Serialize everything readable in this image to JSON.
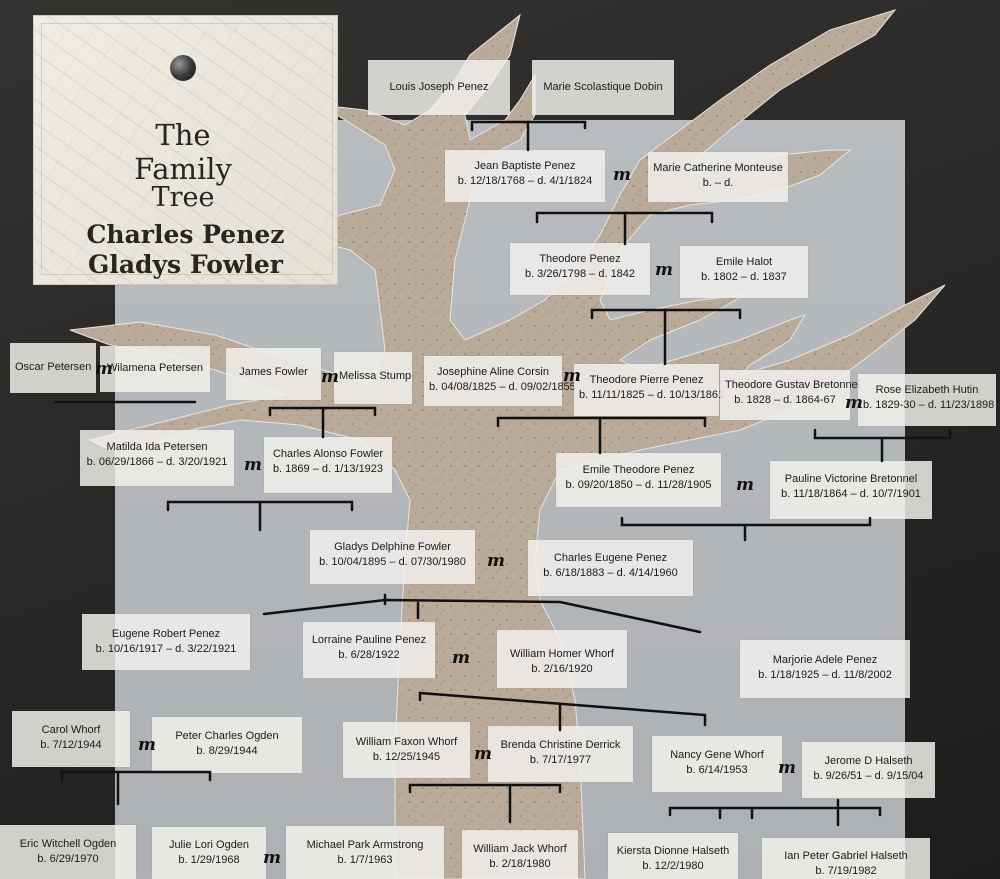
{
  "title_card": {
    "line1": "The Family",
    "line2": "Tree",
    "line3": "Charles Penez",
    "line4": "Gladys Fowler"
  },
  "marriage_symbol": "m",
  "colors": {
    "background": "#2a2928",
    "paper": "#b3b6b9",
    "tree": "#b7a898",
    "label": "#f2f1ed",
    "ink": "#111111"
  },
  "people": {
    "louis": {
      "name": "Louis Joseph Penez"
    },
    "marie_scolastique": {
      "name": "Marie Scolastique Dobin"
    },
    "jean_baptiste": {
      "name": "Jean Baptiste Penez",
      "dates": "b. 12/18/1768 – d. 4/1/1824"
    },
    "marie_catherine": {
      "name": "Marie Catherine Monteuse",
      "dates": "b. – d."
    },
    "theodore": {
      "name": "Theodore Penez",
      "dates": "b. 3/26/1798 – d. 1842"
    },
    "emile_halot": {
      "name": "Emile Halot",
      "dates": "b. 1802 – d. 1837"
    },
    "oscar": {
      "name": "Oscar Petersen"
    },
    "wilamena": {
      "name": "Wilamena Petersen"
    },
    "james": {
      "name": "James Fowler"
    },
    "melissa": {
      "name": "Melissa Stump"
    },
    "josephine": {
      "name": "Josephine Aline Corsin",
      "dates": "b. 04/08/1825 – d. 09/02/1855"
    },
    "theodore_pierre": {
      "name": "Theodore Pierre Penez",
      "dates": "b. 11/11/1825 – d. 10/13/1861"
    },
    "theodore_gustav": {
      "name": "Theodore Gustav Bretonnel",
      "dates": "b. 1828 – d. 1864-67"
    },
    "rose": {
      "name": "Rose Elizabeth Hutin",
      "dates": "b. 1829-30 – d. 11/23/1898"
    },
    "matilda": {
      "name": "Matilda Ida Petersen",
      "dates": "b. 06/29/1866 – d. 3/20/1921"
    },
    "charles_alonso": {
      "name": "Charles Alonso Fowler",
      "dates": "b. 1869 – d. 1/13/1923"
    },
    "emile_theodore": {
      "name": "Emile Theodore Penez",
      "dates": "b. 09/20/1850 – d. 11/28/1905"
    },
    "pauline": {
      "name": "Pauline Victorine Bretonnel",
      "dates": "b. 11/18/1864 – d. 10/7/1901"
    },
    "gladys": {
      "name": "Gladys Delphine Fowler",
      "dates": "b. 10/04/1895 – d. 07/30/1980"
    },
    "charles_eugene": {
      "name": "Charles Eugene Penez",
      "dates": "b. 6/18/1883 – d. 4/14/1960"
    },
    "eugene": {
      "name": "Eugene Robert Penez",
      "dates": "b. 10/16/1917 – d. 3/22/1921"
    },
    "lorraine": {
      "name": "Lorraine Pauline Penez",
      "dates": "b. 6/28/1922"
    },
    "william_homer": {
      "name": "William Homer Whorf",
      "dates": "b. 2/16/1920"
    },
    "marjorie": {
      "name": "Marjorie Adele Penez",
      "dates": "b. 1/18/1925 – d. 11/8/2002"
    },
    "carol": {
      "name": "Carol Whorf",
      "dates": "b. 7/12/1944"
    },
    "peter": {
      "name": "Peter Charles Ogden",
      "dates": "b. 8/29/1944"
    },
    "william_faxon": {
      "name": "William Faxon Whorf",
      "dates": "b. 12/25/1945"
    },
    "brenda": {
      "name": "Brenda Christine Derrick",
      "dates": "b. 7/17/1977"
    },
    "nancy": {
      "name": "Nancy Gene Whorf",
      "dates": "b. 6/14/1953"
    },
    "jerome": {
      "name": "Jerome D Halseth",
      "dates": "b. 9/26/51 – d. 9/15/04"
    },
    "eric": {
      "name": "Eric Witchell Ogden",
      "dates": "b. 6/29/1970"
    },
    "julie": {
      "name": "Julie Lori Ogden",
      "dates": "b. 1/29/1968"
    },
    "michael": {
      "name": "Michael Park Armstrong",
      "dates": "b. 1/7/1963"
    },
    "william_jack": {
      "name": "William Jack Whorf",
      "dates": "b. 2/18/1980"
    },
    "kiersta": {
      "name": "Kiersta Dionne Halseth",
      "dates": "b. 12/2/1980"
    },
    "ian": {
      "name": "Ian Peter Gabriel Halseth",
      "dates": "b. 7/19/1982"
    }
  }
}
